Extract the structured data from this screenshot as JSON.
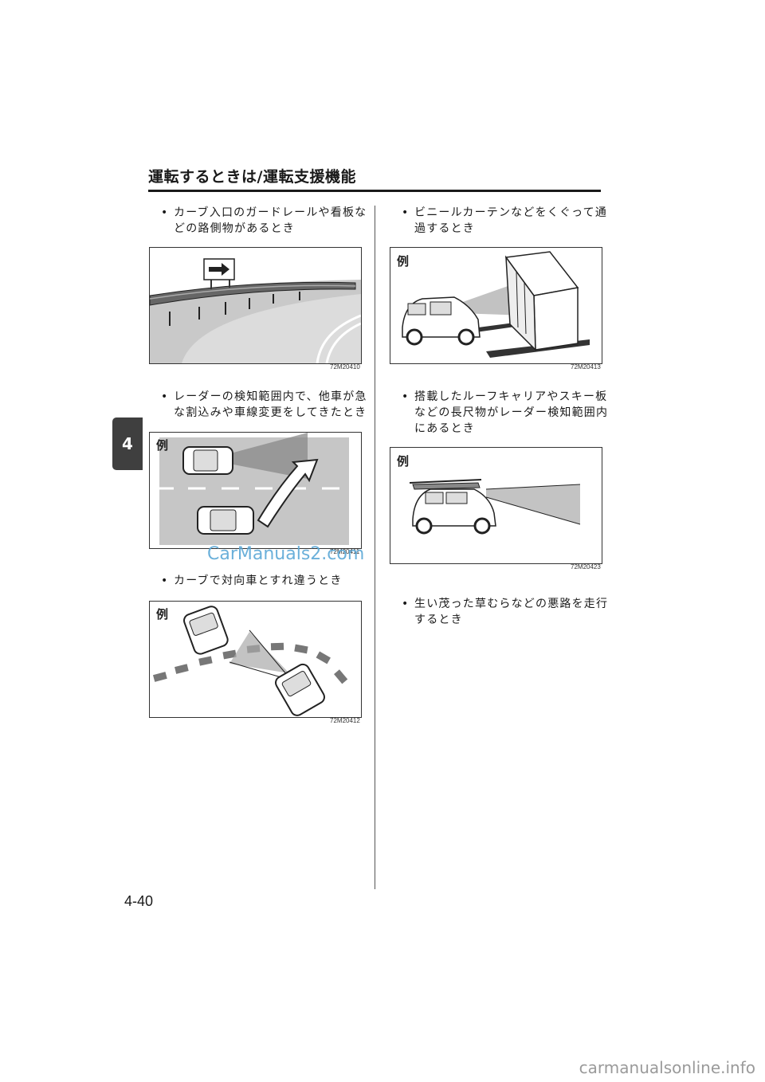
{
  "header": {
    "title": "運転するときは/運転支援機能"
  },
  "chapter_tab": "4",
  "left_column": {
    "items": [
      {
        "text": "カーブ入口のガードレールや看板などの路側物があるとき",
        "fig_code": "72M20410",
        "rei": ""
      },
      {
        "text": "レーダーの検知範囲内で、他車が急な割込みや車線変更をしてきたとき",
        "fig_code": "72M20411",
        "rei": "例"
      },
      {
        "text": "カーブで対向車とすれ違うとき",
        "fig_code": "72M20412",
        "rei": "例"
      }
    ]
  },
  "right_column": {
    "items": [
      {
        "text": "ビニールカーテンなどをくぐって通過するとき",
        "fig_code": "72M20413",
        "rei": "例"
      },
      {
        "text": "搭載したルーフキャリアやスキー板などの長尺物がレーダー検知範囲内にあるとき",
        "fig_code": "72M20423",
        "rei": "例"
      },
      {
        "text": "生い茂った草むらなどの悪路を走行するとき"
      }
    ]
  },
  "bullet_char": "•",
  "watermark": "CarManuals2.com",
  "page_number": "4-40",
  "footer_watermark": "carmanualsonline.info"
}
